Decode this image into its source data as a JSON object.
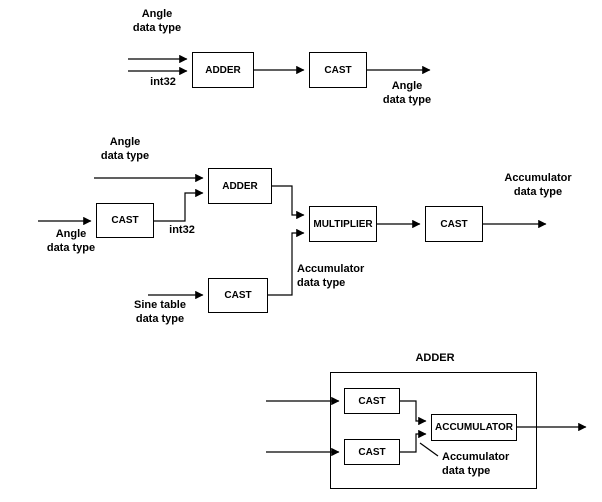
{
  "diagram1": {
    "input_label": "Angle\ndata type",
    "input_type": "int32",
    "adder": "ADDER",
    "cast": "CAST",
    "output_label": "Angle\ndata type"
  },
  "diagram2": {
    "top_input_label": "Angle\ndata type",
    "left_input_label": "Angle\ndata type",
    "cast_in": "CAST",
    "int_label": "int32",
    "adder": "ADDER",
    "sine_input_label": "Sine table\ndata type",
    "cast_sine": "CAST",
    "acc_mid_label": "Accumulator\ndata type",
    "multiplier": "MULTIPLIER",
    "cast_out": "CAST",
    "output_label": "Accumulator\ndata type"
  },
  "diagram3": {
    "title": "ADDER",
    "cast_top": "CAST",
    "cast_bottom": "CAST",
    "accumulator": "ACCUMULATOR",
    "acc_label": "Accumulator\ndata type"
  }
}
